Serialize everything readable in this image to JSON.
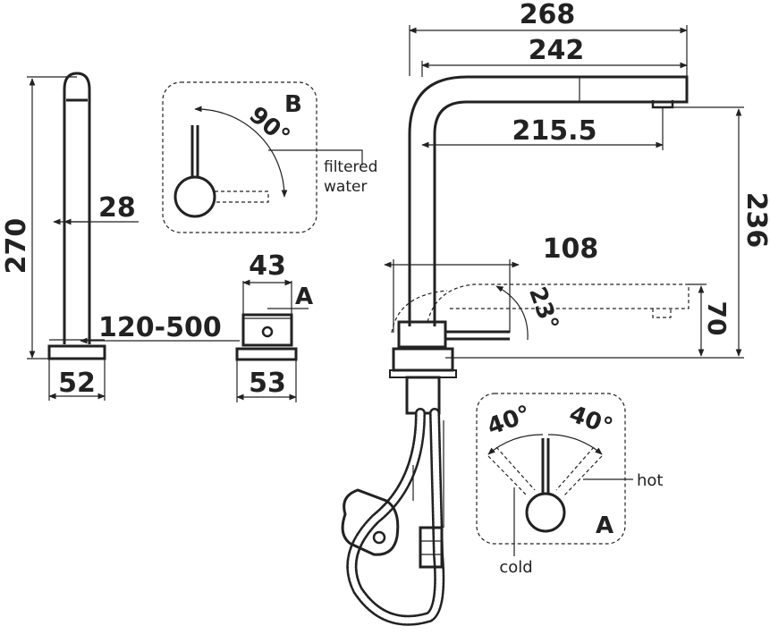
{
  "dimensions": {
    "height_total": "270",
    "spout_diameter": "28",
    "deck_thickness": "120-500",
    "base_width": "52",
    "hole_inner": "43",
    "hole_outer": "53",
    "reach_total": "268",
    "reach_body": "242",
    "reach_outlet": "215.5",
    "spout_height": "236",
    "lever_length": "108",
    "lever_height": "70",
    "lever_tilt": "23°"
  },
  "detail_b": {
    "marker": "B",
    "angle": "90°",
    "note_line1": "filtered",
    "note_line2": "water"
  },
  "detail_a": {
    "marker": "A",
    "angle_left": "40°",
    "angle_right": "40°",
    "hot_label": "hot",
    "cold_label": "cold"
  },
  "section_marker": "A"
}
